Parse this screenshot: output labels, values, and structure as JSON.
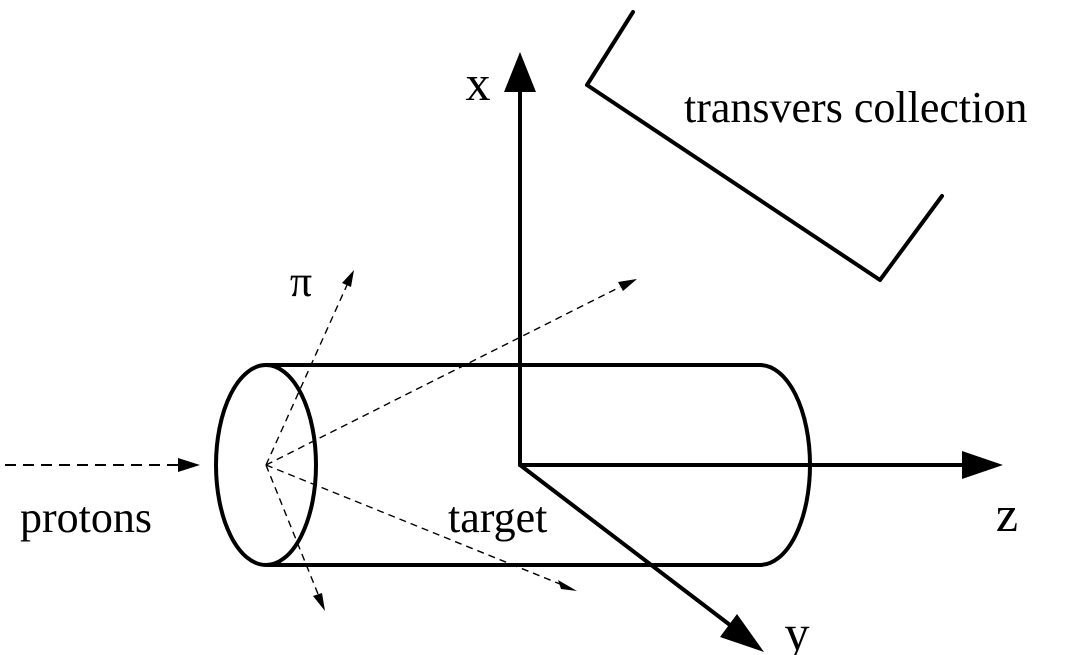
{
  "labels": {
    "x_axis": "x",
    "y_axis": "y",
    "z_axis": "z",
    "collection": "transvers collection",
    "pion": "π",
    "beam": "protons",
    "target": "target"
  },
  "colors": {
    "line": "#000000",
    "background": "#ffffff"
  }
}
